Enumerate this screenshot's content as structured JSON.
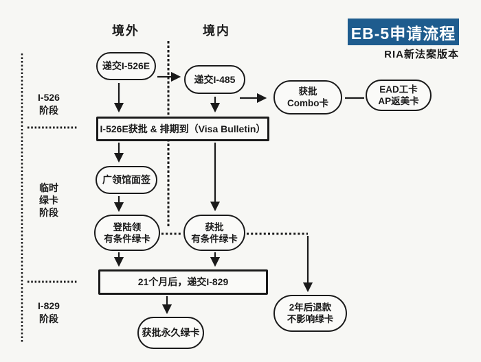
{
  "title": {
    "banner": "EB-5申请流程",
    "subtitle": "RIA新法案版本"
  },
  "colors": {
    "banner_bg": "#1e5c8e",
    "ink": "#1a1a1a"
  },
  "columns": {
    "overseas": "境外",
    "domestic": "境内"
  },
  "stages": {
    "i526": {
      "lines": [
        "I-526",
        "阶段"
      ]
    },
    "temp_gc": {
      "lines": [
        "临时",
        "绿卡",
        "阶段"
      ]
    },
    "i829": {
      "lines": [
        "I-829",
        "阶段"
      ]
    }
  },
  "nodes": {
    "submit_i526e": {
      "lines": [
        "递交I-526E"
      ]
    },
    "submit_i485": {
      "lines": [
        "递交I-485"
      ]
    },
    "combo_approved": {
      "lines": [
        "获批",
        "Combo卡"
      ]
    },
    "ead_ap_card": {
      "lines": [
        "EAD工卡",
        "AP返美卡"
      ]
    },
    "i526e_approved": {
      "lines": [
        "I-526E获批 & 排期到（Visa Bulletin）"
      ]
    },
    "consulate_interview": {
      "lines": [
        "广领馆面签"
      ]
    },
    "land_conditional_gc": {
      "lines": [
        "登陆领",
        "有条件绿卡"
      ]
    },
    "approved_conditional_gc": {
      "lines": [
        "获批",
        "有条件绿卡"
      ]
    },
    "submit_i829": {
      "lines": [
        "21个月后，递交I-829"
      ]
    },
    "permanent_gc": {
      "lines": [
        "获批永久绿卡"
      ]
    },
    "refund_2y": {
      "lines": [
        "2年后退款",
        "不影响绿卡"
      ]
    }
  }
}
